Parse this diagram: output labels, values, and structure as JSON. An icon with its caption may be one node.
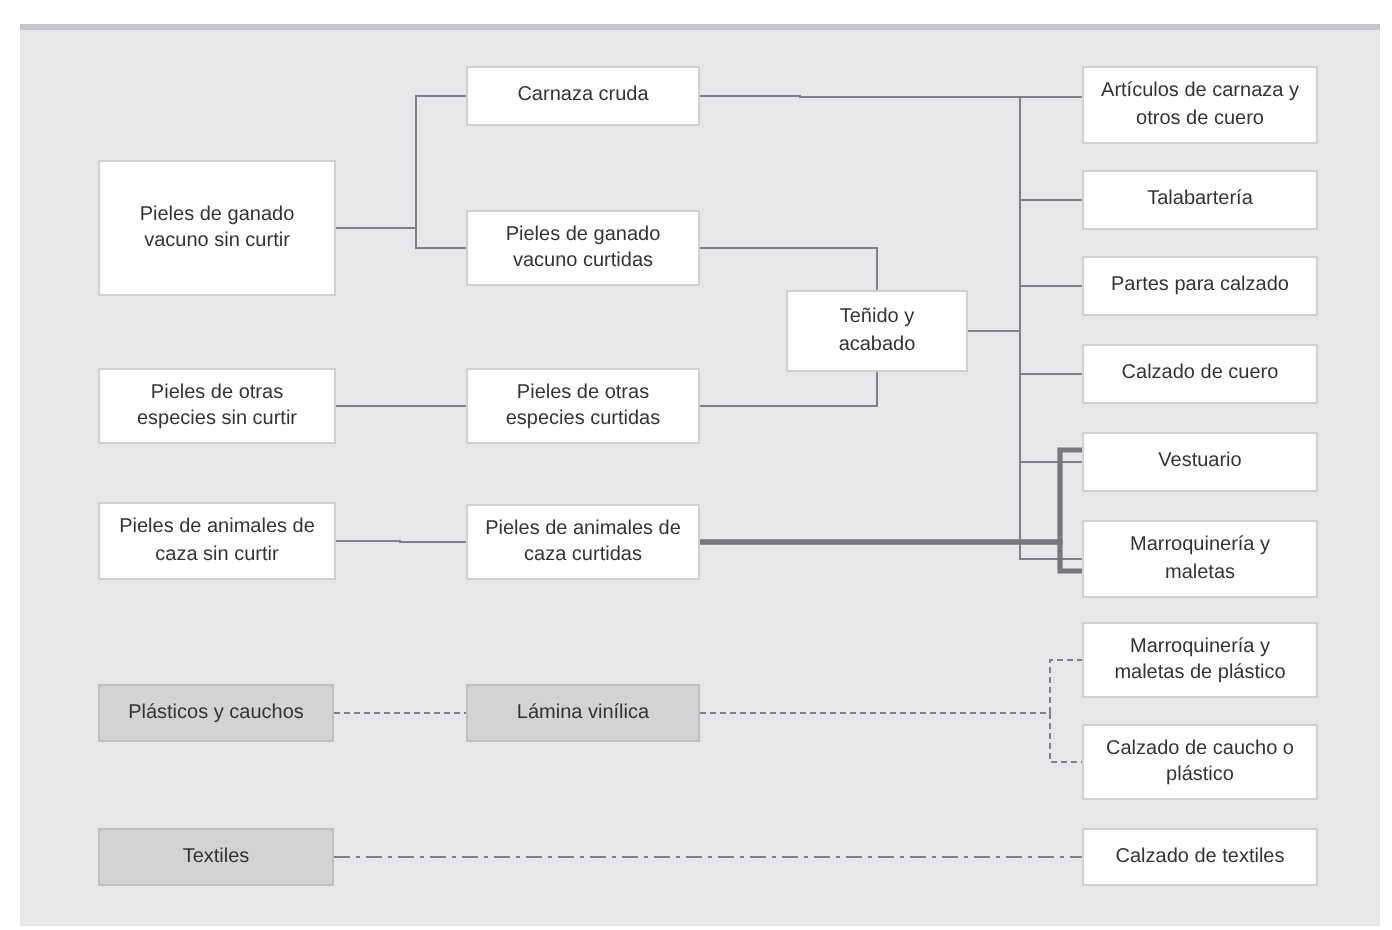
{
  "diagram": {
    "nodes": [
      {
        "text": [
          "Pieles de ganado vacuno sin curtir"
        ]
      },
      {
        "text": [
          "Carnaza cruda"
        ]
      },
      {
        "text": [
          "Pieles de ganado vacuno curtidas"
        ]
      },
      {
        "text": [
          "Teñido y acabado"
        ]
      },
      {
        "text": [
          "Pieles de otras especies sin curtir"
        ]
      },
      {
        "text": [
          "Pieles de otras especies curtidas"
        ]
      },
      {
        "text": [
          "Pieles de animales de caza sin curtir"
        ]
      },
      {
        "text": [
          "Pieles de animales de caza curtidas"
        ]
      },
      {
        "text": [
          "Artículos de carnaza y otros de cuero"
        ]
      },
      {
        "text": [
          "Talabartería"
        ]
      },
      {
        "text": [
          "Partes para calzado"
        ]
      },
      {
        "text": [
          "Calzado de cuero"
        ]
      },
      {
        "text": [
          "Vestuario"
        ]
      },
      {
        "text": [
          "Marroquinería y maletas"
        ]
      },
      {
        "text": [
          "Plásticos y cauchos"
        ]
      },
      {
        "text": [
          "Lámina vinílica"
        ]
      },
      {
        "text": [
          "Marroquinería y maletas de plástico"
        ]
      },
      {
        "text": [
          "Calzado de caucho o plástico"
        ]
      },
      {
        "text": [
          "Textiles"
        ]
      },
      {
        "text": [
          "Calzado de textiles"
        ]
      }
    ],
    "edges": [
      {
        "from": 0,
        "to": 1,
        "arrow": "none"
      },
      {
        "from": 0,
        "to": 2,
        "arrow": "none"
      },
      {
        "from": 1,
        "to": 8,
        "arrow": "none"
      },
      {
        "from": 2,
        "to": 3,
        "arrow": "none"
      },
      {
        "from": 4,
        "to": 5,
        "arrow": "none"
      },
      {
        "from": 5,
        "to": 3,
        "arrow": "none"
      },
      {
        "from": 6,
        "to": 7,
        "arrow": "none"
      },
      {
        "from": 3,
        "to": 8,
        "arrow": "none"
      },
      {
        "from": 3,
        "to": 9,
        "arrow": "none"
      },
      {
        "from": 3,
        "to": 10,
        "arrow": "none"
      },
      {
        "from": 3,
        "to": 11,
        "arrow": "none"
      },
      {
        "from": 3,
        "to": 12,
        "arrow": "none"
      },
      {
        "from": 3,
        "to": 13,
        "arrow": "none"
      },
      {
        "from": 7,
        "to": 12,
        "arrow": "none",
        "style": "thick"
      },
      {
        "from": 7,
        "to": 13,
        "arrow": "none",
        "style": "thick"
      },
      {
        "from": 14,
        "to": 15,
        "arrow": "none",
        "style": "dashed"
      },
      {
        "from": 15,
        "to": 16,
        "arrow": "none",
        "style": "dashed"
      },
      {
        "from": 15,
        "to": 17,
        "arrow": "none",
        "style": "dashed"
      },
      {
        "from": 18,
        "to": 19,
        "arrow": "none",
        "style": "dashed"
      }
    ]
  }
}
